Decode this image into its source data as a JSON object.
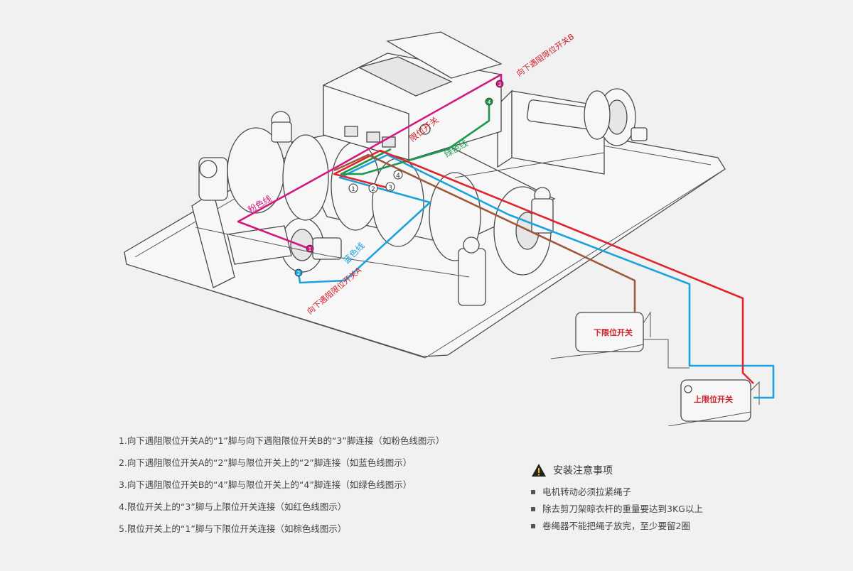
{
  "diagram": {
    "wires": [
      {
        "id": "pink",
        "label": "粉色线",
        "color": "#d1197f"
      },
      {
        "id": "blue",
        "label": "蓝色线",
        "color": "#1ba3dd"
      },
      {
        "id": "green",
        "label": "绿色线",
        "color": "#1b9a4f"
      },
      {
        "id": "red",
        "label": "限位开关",
        "color": "#e0262c"
      },
      {
        "id": "brown",
        "label": "",
        "color": "#a0583c"
      }
    ],
    "switch_b_label": "向下遇阻限位开关B",
    "switch_a_label": "向下遇阻限位开关A",
    "lower_switch_label": "下限位开关",
    "upper_switch_label": "上限位开关",
    "pin_numbers": [
      "1",
      "2",
      "3",
      "4"
    ],
    "label_color": "#d0202a"
  },
  "steps": [
    "1.向下遇阻限位开关A的“1”脚与向下遇阻限位开关B的“3”脚连接（如粉色线图示）",
    "2.向下遇阻限位开关A的“2”脚与限位开关上的“2”脚连接（如蓝色线图示）",
    "3.向下遇阻限位开关B的“4”脚与限位开关上的“4”脚连接（如绿色线图示）",
    "4.限位开关上的“3”脚与上限位开关连接（如红色线图示）",
    "5.限位开关上的“1”脚与下限位开关连接（如棕色线图示）"
  ],
  "notes": {
    "icon": "warning-icon",
    "title": "安装注意事项",
    "items": [
      "电机转动必须拉紧绳子",
      "除去剪刀架晾衣杆的重量要达到3KG以上",
      "卷绳器不能把绳子放完，至少要留2圈"
    ]
  }
}
